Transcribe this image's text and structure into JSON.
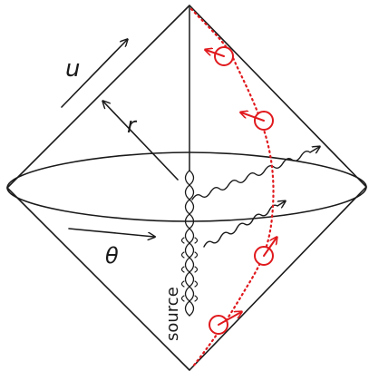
{
  "labels": {
    "u": "u",
    "r": "r",
    "theta": "θ",
    "source": "source"
  },
  "colors": {
    "ink": "#1a1a1a",
    "worldline": "#e0191d",
    "background": "#ffffff"
  },
  "icons": {
    "detector": "spin-arrow-circle-icon",
    "arrow": "arrow-icon",
    "wave": "wavy-arrow-icon"
  }
}
